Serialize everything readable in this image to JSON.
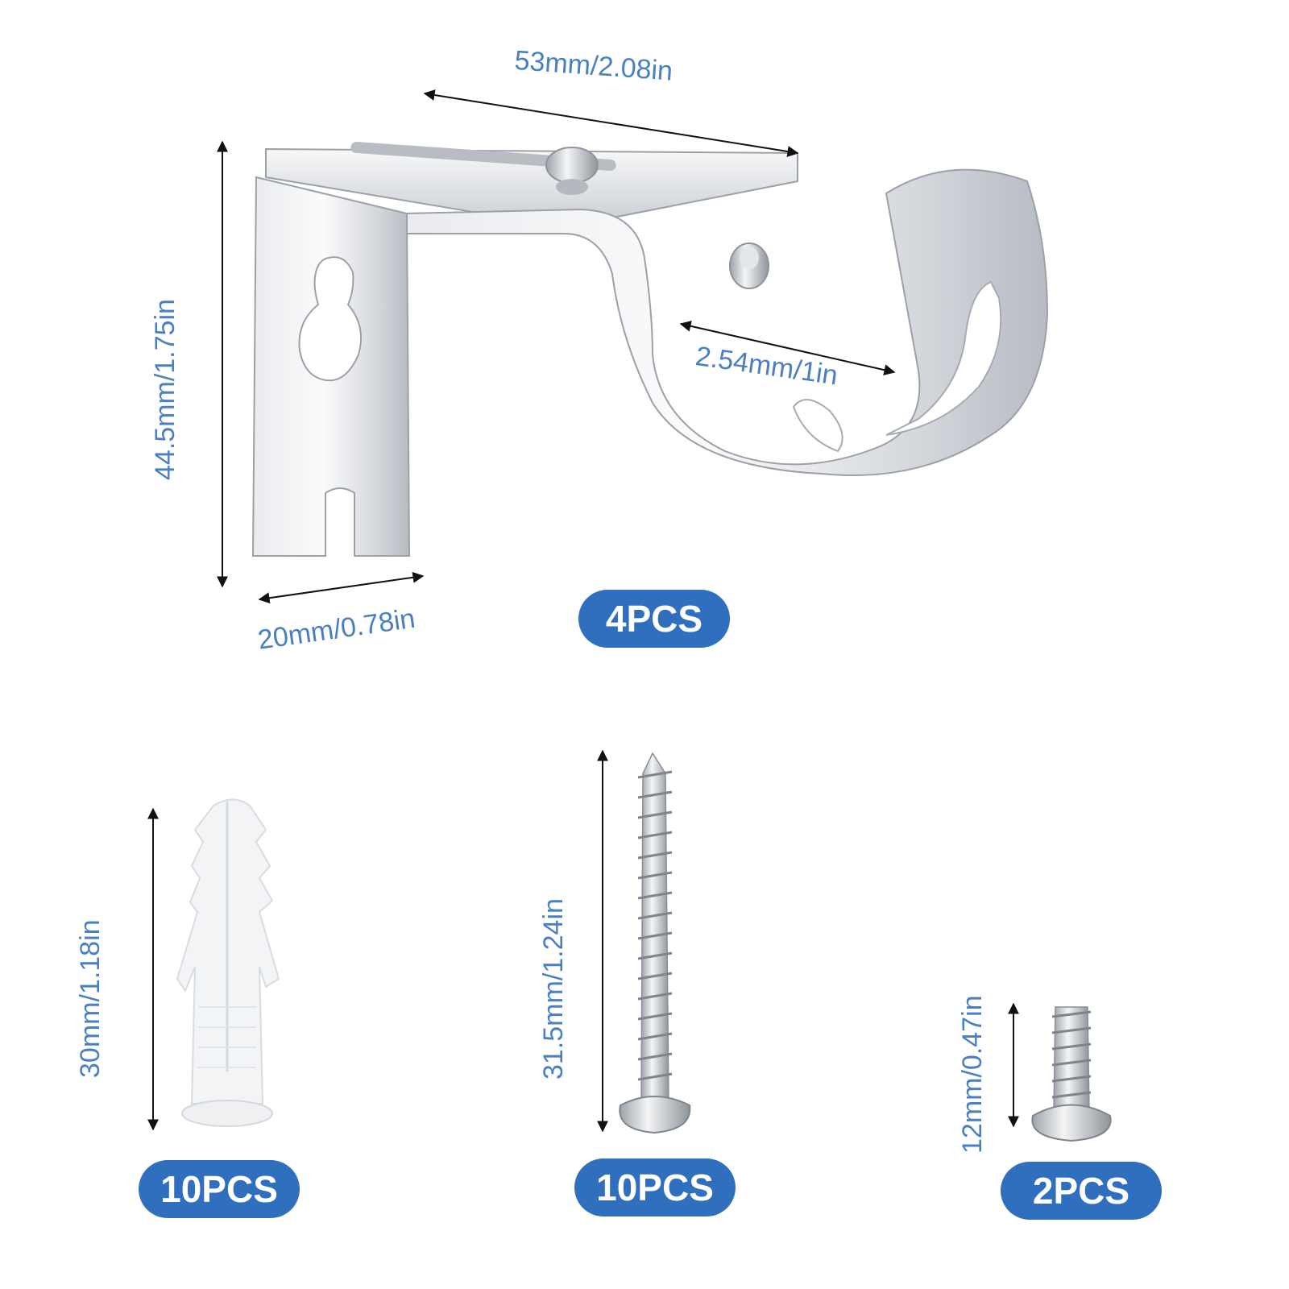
{
  "colors": {
    "accent": "#2f6fbd",
    "dimension_text": "#4a7fc1",
    "metal_light": "#f2f3f5",
    "metal_mid": "#c9ccd2",
    "metal_dark": "#8d9198",
    "plastic": "#f1f2f4"
  },
  "bracket": {
    "width_label": "53mm/2.08in",
    "height_label": "44.5mm/1.75in",
    "depth_label": "20mm/0.78in",
    "rod_label": "2.54mm/1in",
    "quantity": "4PCS"
  },
  "anchor": {
    "length_label": "30mm/1.18in",
    "quantity": "10PCS"
  },
  "wood_screw": {
    "length_label": "31.5mm/1.24in",
    "quantity": "10PCS"
  },
  "machine_screw": {
    "length_label": "12mm/0.47in",
    "quantity": "2PCS"
  }
}
